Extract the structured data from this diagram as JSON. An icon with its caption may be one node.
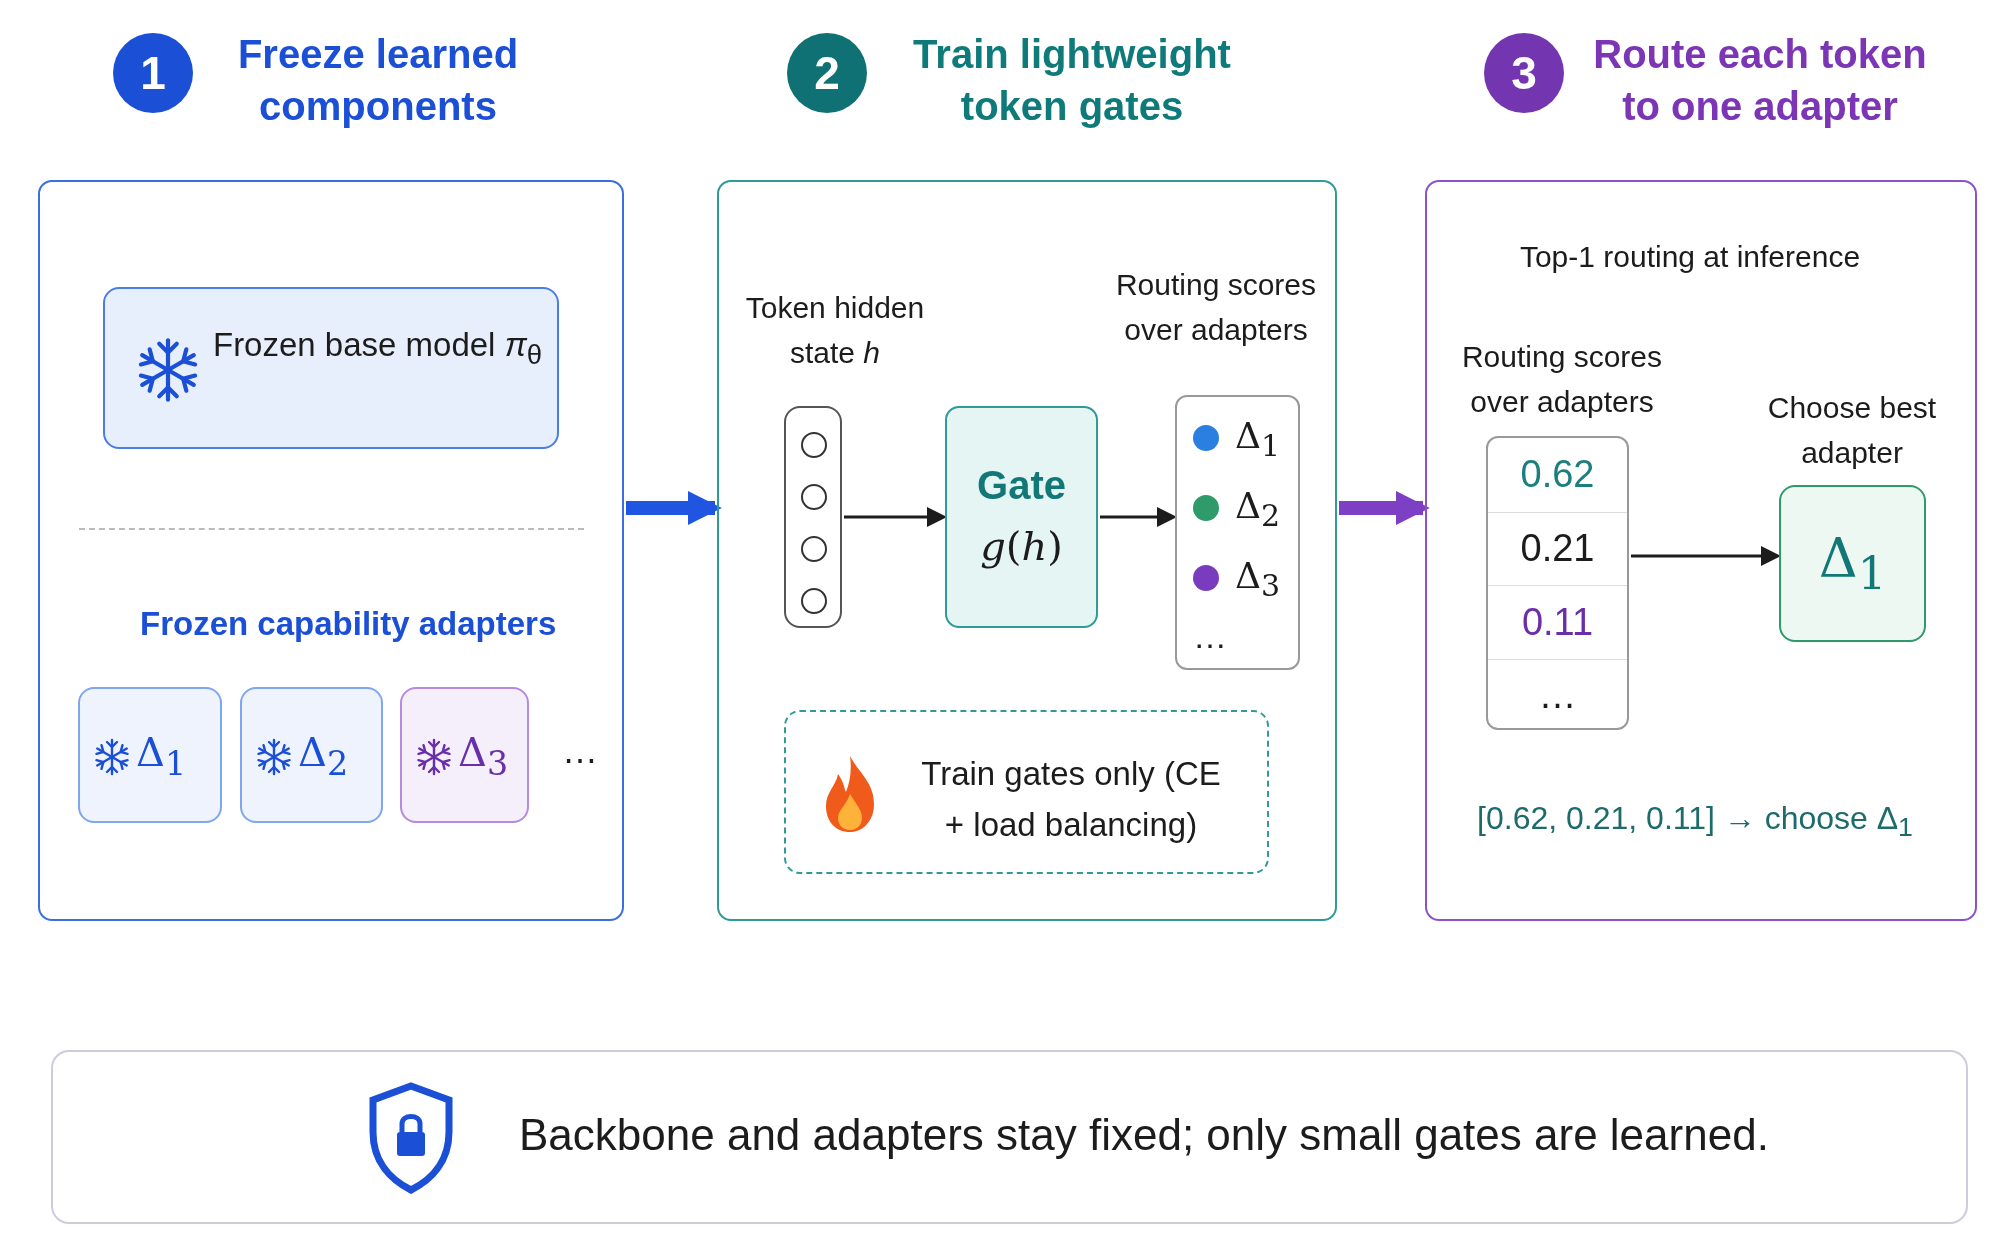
{
  "diagram": {
    "nodes": [
      {
        "text": [
          "1"
        ]
      },
      {
        "text": [
          "Freeze learned components"
        ]
      },
      {
        "text": [
          "Frozen base model *π*$_{θ}$"
        ],
        "in": 1
      },
      {
        "text": [
          "Δ$_{1}$"
        ],
        "in": 1
      },
      {
        "text": [
          "Δ$_{2}$"
        ],
        "in": 1
      },
      {
        "text": [
          "Δ$_{3}$"
        ],
        "in": 1
      },
      {
        "text": [
          "2"
        ]
      },
      {
        "text": [
          "Train lightweight token gates"
        ]
      },
      {
        "text": [],
        "shape": "box",
        "beside": [
          "Token hidden state *h*"
        ],
        "in": 7
      },
      {
        "text": [
          "Gate",
          "*g*(*h*)"
        ],
        "in": 7
      },
      {
        "text": [
          "Δ$_{1}$",
          "Δ$_{2}$",
          "Δ$_{3}$",
          "…"
        ],
        "beside": [
          "Routing scores over adapters"
        ],
        "in": 7
      },
      {
        "text": [
          "Train gates only (CE + load balancing)"
        ],
        "in": 7
      },
      {
        "text": [
          "3"
        ]
      },
      {
        "text": [
          "Route each token to one adapter"
        ]
      },
      {
        "text": [
          "0.62",
          "0.21",
          "0.11",
          "…"
        ],
        "beside": [
          "Routing scores over adapters"
        ],
        "in": 13
      },
      {
        "text": [
          "Δ$_{1}$"
        ],
        "beside": [
          "Choose best adapter"
        ],
        "in": 13
      },
      {
        "text": [
          "Backbone and adapters stay fixed; only small gates are learned."
        ]
      }
    ],
    "edges": [
      {
        "from": 1,
        "to": 7,
        "arrow": "to",
        "style": "thick",
        "color": "#1f55e0"
      },
      {
        "from": 8,
        "to": 9,
        "arrow": "to"
      },
      {
        "from": 9,
        "to": 10,
        "arrow": "to"
      },
      {
        "from": 7,
        "to": 13,
        "arrow": "to",
        "style": "thick",
        "color": "#7d3fc4"
      },
      {
        "from": 14,
        "to": 15,
        "arrow": "to"
      }
    ],
    "labels": [
      "Frozen capability adapters",
      "…",
      "Top-1 routing at inference",
      "[0.62, 0.21, 0.11] → choose Δ$_{1}$"
    ]
  }
}
